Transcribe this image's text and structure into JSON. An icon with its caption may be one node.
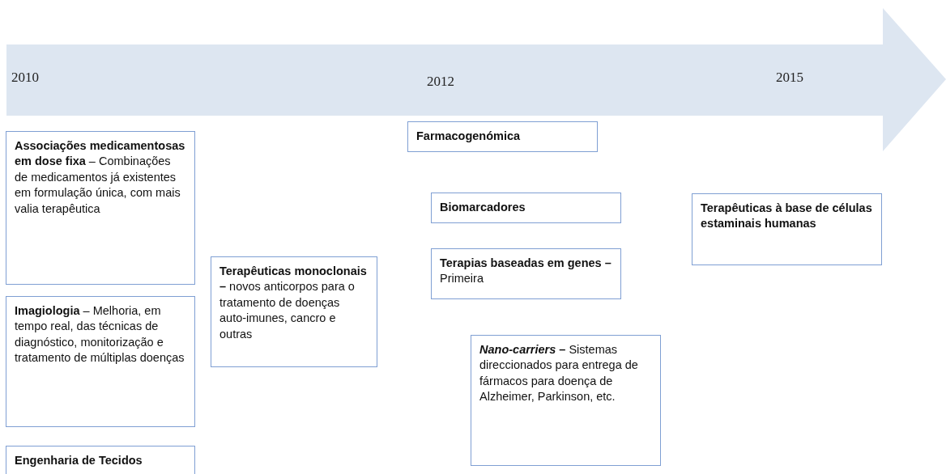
{
  "diagram": {
    "nodes": [
      {
        "text": [
          "**Associações medicamentosas em dose fixa** – Combinações de medicamentos já existentes em formulação única, com mais valia terapêutica"
        ]
      },
      {
        "text": [
          "**Imagiologia** – Melhoria, em tempo real, das técnicas de diagnóstico, monitorização e tratamento de múltiplas doenças"
        ]
      },
      {
        "text": [
          "Engenharia de Tecidos"
        ]
      },
      {
        "text": [
          "**Terapêuticas monoclonais –** novos anticorpos para o tratamento de doenças auto-imunes, cancro e outras"
        ]
      },
      {
        "text": [
          "Farmacogenómica"
        ]
      },
      {
        "text": [
          "Biomarcadores"
        ]
      },
      {
        "text": [
          "**Terapias baseadas em genes –** Primeira"
        ]
      },
      {
        "text": [
          "***Nano-carriers* –** Sistemas direccionados para entrega de fármacos para doença de Alzheimer, Parkinson, etc."
        ]
      },
      {
        "text": [
          "Terapêuticas à base de células estaminais humanas"
        ]
      }
    ],
    "edges": [],
    "labels": [
      "2010",
      "2012",
      "2015"
    ]
  }
}
